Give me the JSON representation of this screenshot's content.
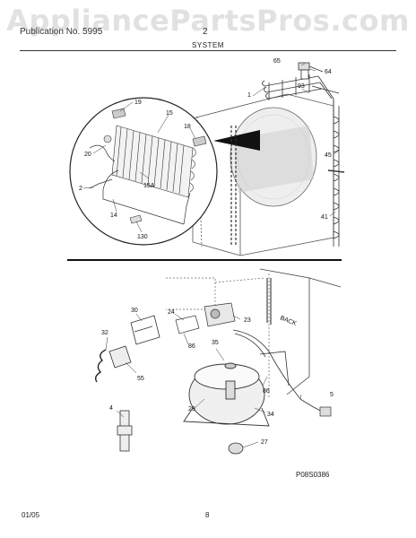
{
  "watermark": "AppliancePartsPros.com",
  "header": {
    "section_left": "Publication No. 5995",
    "section_right": "2",
    "title": "SYSTEM"
  },
  "callouts": {
    "c65": "65",
    "c64": "64",
    "c93": "93",
    "c1": "1",
    "c45": "45",
    "c41": "41",
    "c19": "19",
    "c15": "15",
    "c18": "18",
    "c20": "20",
    "c2": "2",
    "c15A": "15A",
    "c14": "14",
    "c130": "130",
    "c30": "30",
    "c24": "24",
    "c23": "23",
    "c32": "32",
    "c86a": "86",
    "c86b": "86",
    "c55": "55",
    "c35": "35",
    "c4": "4",
    "c29": "29",
    "c34": "34",
    "c5": "5",
    "c27": "27"
  },
  "labels": {
    "back": "BACK"
  },
  "diagram_code": "P08S0386",
  "footer": {
    "date": "01/05",
    "page": "8"
  }
}
